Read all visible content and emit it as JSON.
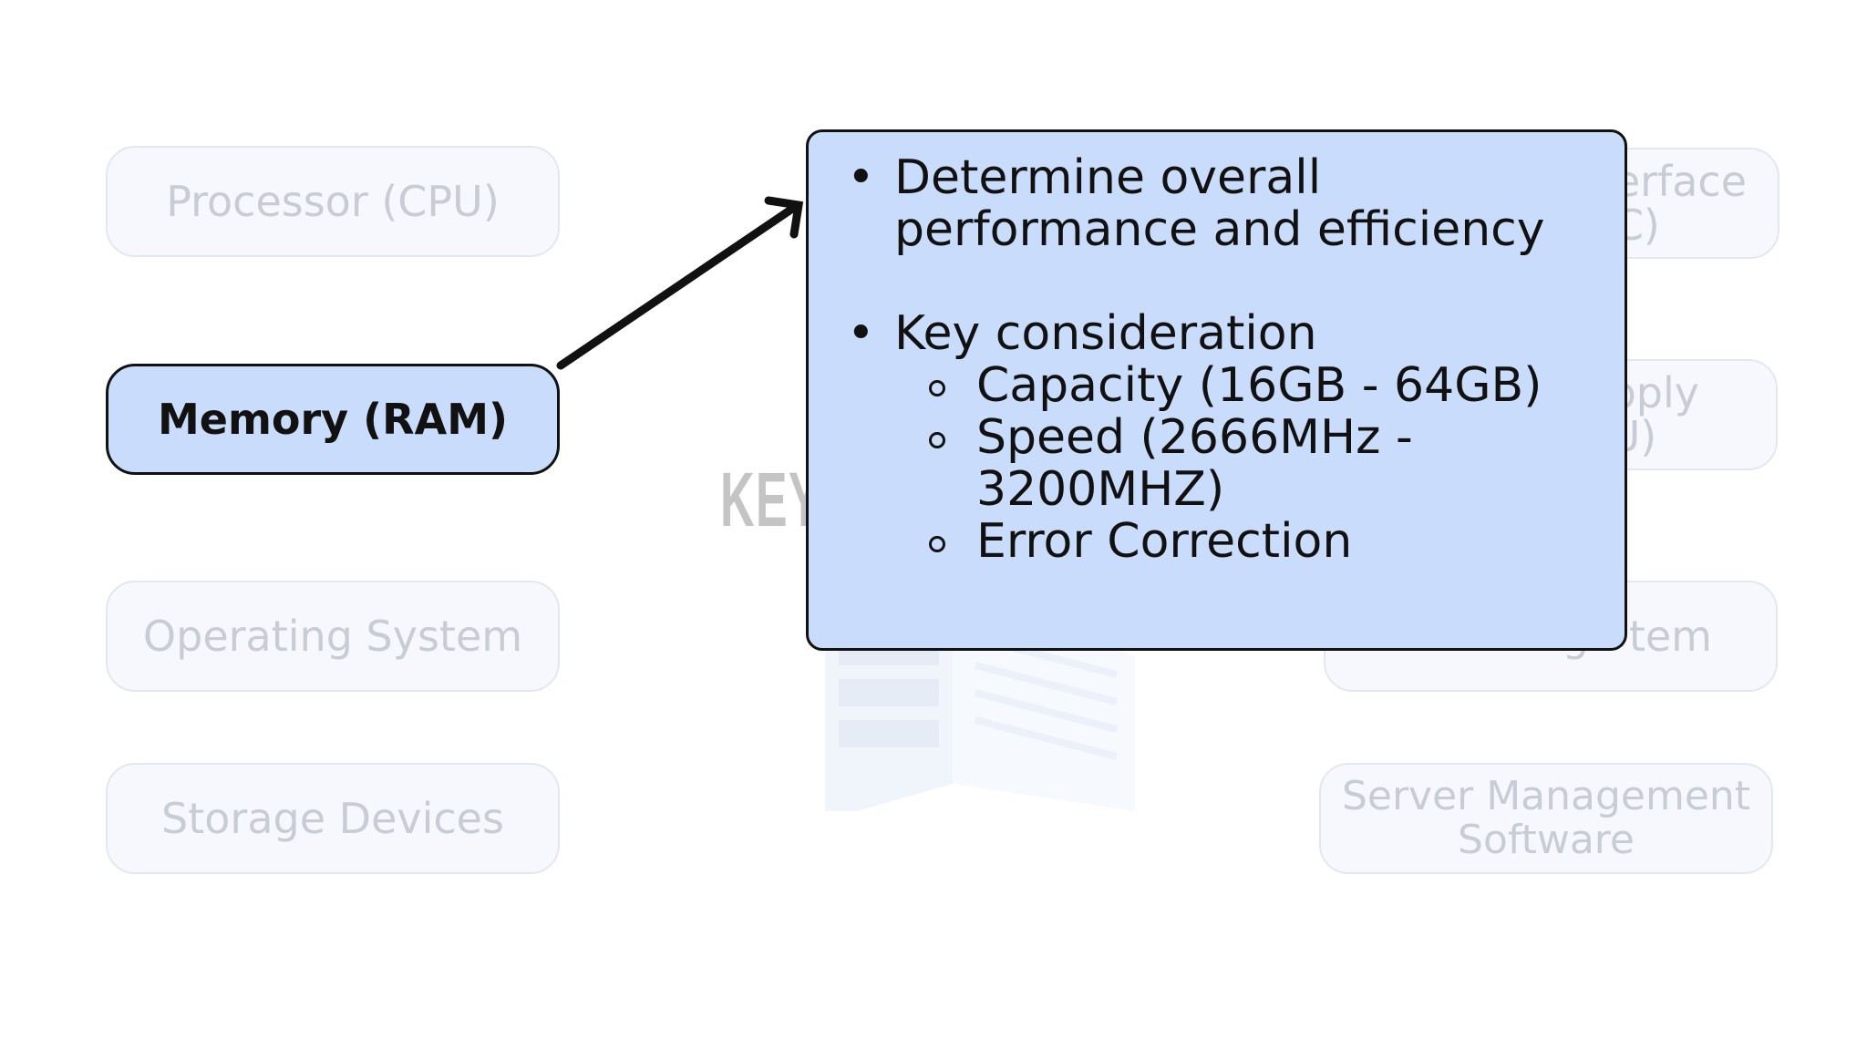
{
  "nodes": {
    "cpu": "Processor (CPU)",
    "ram": "Memory (RAM)",
    "os": "Operating System",
    "storage": "Storage Devices",
    "nic": "erface\nC)",
    "psu": "pply\nU)",
    "cooling": "g   tem",
    "management": "Server Management Software"
  },
  "watermark": "KEY",
  "popup": {
    "point1": "Determine overall performance and efficiency",
    "point2": "Key consideration",
    "sub1": "Capacity (16GB - 64GB)",
    "sub2": "Speed (2666MHz - 3200MHZ)",
    "sub3": "Error Correction"
  },
  "colors": {
    "active_fill": "#c9dcfb",
    "faded_fill": "#f6f8fd",
    "faded_text": "#c8ccd4",
    "outline": "#111111"
  }
}
